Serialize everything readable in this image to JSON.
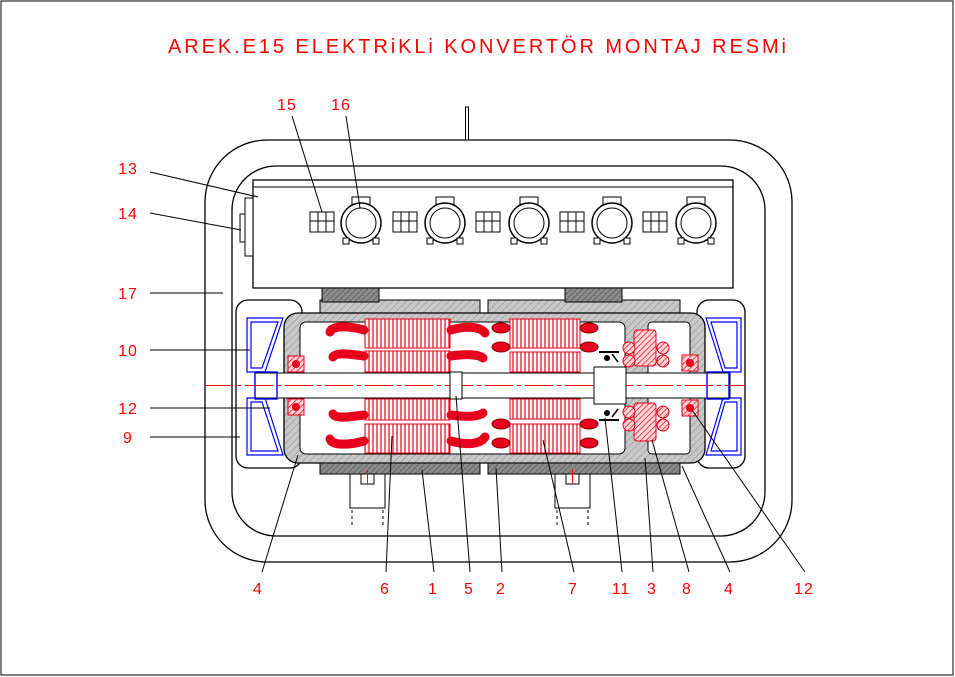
{
  "title": "AREK.E15 ELEKTRiKLi KONVERTÖR MONTAJ RESMi",
  "callouts": {
    "top": [
      "15",
      "16"
    ],
    "left": [
      "13",
      "14",
      "17",
      "10",
      "12",
      "9"
    ],
    "bottom": [
      "4",
      "6",
      "1",
      "5",
      "2",
      "7",
      "11",
      "3",
      "8",
      "4",
      "12"
    ]
  },
  "colors": {
    "annotation": "#ff0000",
    "line": "#000000",
    "fan": "#0000ff",
    "wall": "#c0c0c0"
  }
}
